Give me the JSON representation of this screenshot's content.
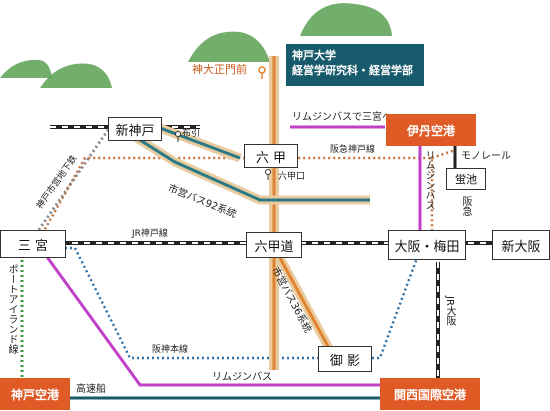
{
  "colors": {
    "kobe_line_airport": "#e05a26",
    "university_box": "#175a6b",
    "bus_route": "#e0822e",
    "city_bus": "#2a7a86",
    "limousine_bus": "#c040c8",
    "hankyu": "#c8703a",
    "hanshin": "#2b6fa8",
    "port_liner": "#3c9a3c",
    "jr_rail": "#222222",
    "mountain": "#5aa052"
  },
  "university": {
    "line1": "神戸大学",
    "line2": "経営学研究科・経営学部"
  },
  "stops": {
    "shindai_seimon": "神大正門前"
  },
  "stations": {
    "shin_kobe": "新神戸",
    "rokko": "六 甲",
    "rokkomichi": "六甲道",
    "sannomiya": "三 宮",
    "osaka_umeda": "大阪・梅田",
    "shin_osaka": "新大阪",
    "hotarugaike": "蛍池",
    "mikage": "御 影"
  },
  "airports": {
    "itami": "伊丹空港",
    "kobe": "神戸空港",
    "kansai": "関西国際空港"
  },
  "lines": {
    "limousine_to_sannomiya": "リムジンバスで三宮へ",
    "hankyu_kobe": "阪急神戸線",
    "monorail": "モノレール",
    "limousine_vertical": "リムジンバス",
    "hankyu_vertical": "阪急",
    "jr_kobe": "JR神戸線",
    "city_subway": "神戸市営地下鉄",
    "city_bus_92": "市営バス92系統",
    "city_bus_36": "市営バス36系統",
    "port_island": "ポートアイランド線",
    "hanshin_main": "阪神本線",
    "jr_osaka": "JR大阪",
    "limousine_bottom": "リムジンバス",
    "high_speed_ship": "高速船"
  },
  "bus_stops": {
    "nunobiki": "布引",
    "rokko_guchi": "六甲口"
  }
}
